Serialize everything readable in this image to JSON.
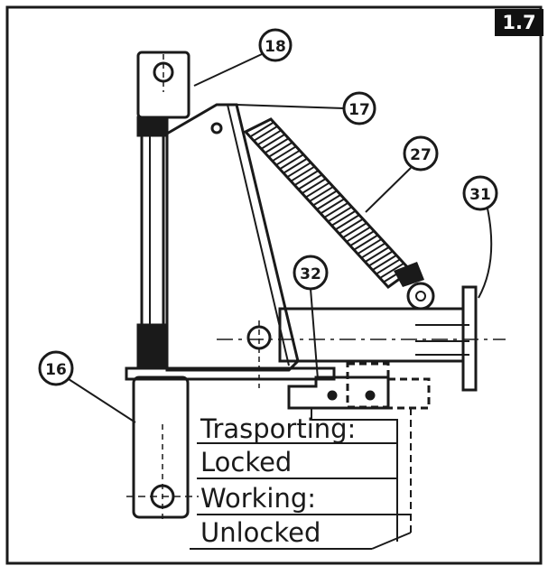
{
  "page": {
    "number": "1.7"
  },
  "callouts": [
    "18",
    "17",
    "27",
    "31",
    "32",
    "16"
  ],
  "labels": {
    "transporting": "Trasporting:",
    "locked": "Locked",
    "working": "Working:",
    "unlocked": "Unlocked"
  },
  "colors": {
    "ink": "#1a1a1a",
    "badge": "#111111",
    "paper": "#ffffff"
  }
}
